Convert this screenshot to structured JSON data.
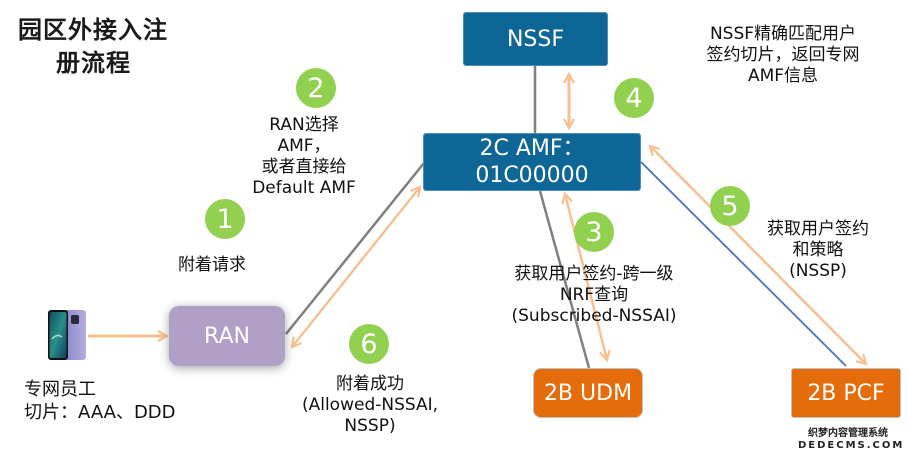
{
  "title": {
    "line1": "园区外接入注",
    "line2": "册流程"
  },
  "nodes": {
    "nssf": "NSSF",
    "amf_line1": "2C AMF：",
    "amf_line2": "01C00000",
    "ran": "RAN",
    "udm": "2B UDM",
    "pcf": "2B PCF",
    "ue": "phone"
  },
  "steps": [
    {
      "number": "1",
      "lines": [
        "附着请求"
      ]
    },
    {
      "number": "2",
      "lines": [
        "RAN选择",
        "AMF，",
        "或者直接给",
        "Default AMF"
      ]
    },
    {
      "number": "3",
      "lines": [
        "获取用户签约-跨一级",
        "NRF查询",
        "(Subscribed-NSSAI)"
      ]
    },
    {
      "number": "4",
      "lines": [
        "NSSF精确匹配用户",
        "签约切片，返回专网",
        "AMF信息"
      ]
    },
    {
      "number": "5",
      "lines": [
        "获取用户签约",
        "和策略",
        "(NSSP)"
      ]
    },
    {
      "number": "6",
      "lines": [
        "附着成功",
        "(Allowed-NSSAI,",
        "NSSP)"
      ]
    }
  ],
  "ue_label": {
    "line1": "专网员工",
    "line2": "切片：AAA、DDD"
  },
  "watermark": {
    "line1": "织梦内容管理系统",
    "line2": "DEDECMS.COM"
  },
  "colors": {
    "core_node": "#0e6696",
    "ran_node": "#b0a0c8",
    "tenant_node": "#e46c0a",
    "step_badge": "#92d050",
    "message_arrow": "#f9bf8f",
    "link_gray": "#7f7f7f",
    "link_blue": "#4472c4"
  }
}
